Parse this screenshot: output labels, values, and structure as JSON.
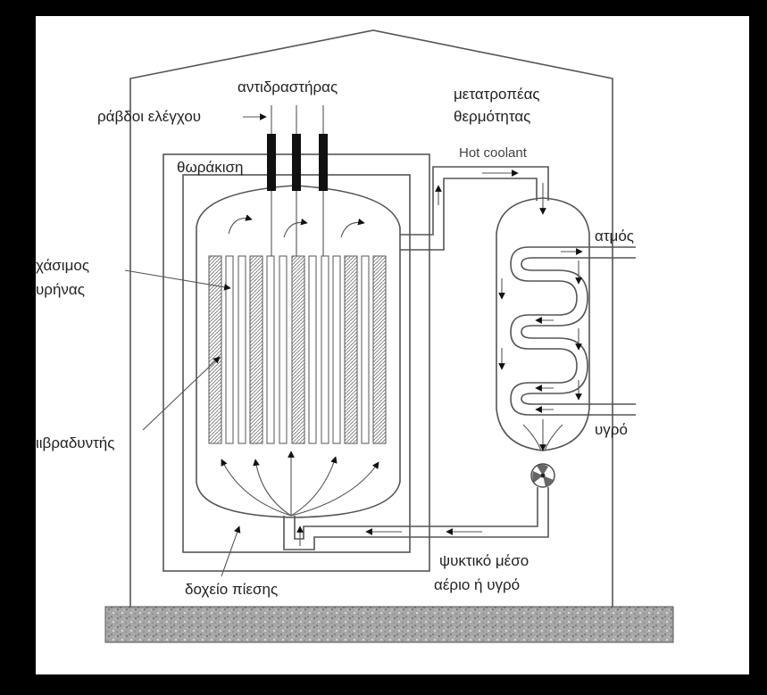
{
  "labels": {
    "reactor": "αντιδραστήρας",
    "control_rods": "ράβδοι ελέγχου",
    "heat_exchanger_line1": "μετατροπέας",
    "heat_exchanger_line2": "θερμότητας",
    "hot_coolant": "Hot coolant",
    "shielding": "θωράκιση",
    "core_line1": "χάσιμος",
    "core_line2": "υρήνας",
    "moderator": "ιιβραδυντής",
    "steam": "ατμός",
    "liquid": "υγρό",
    "pressure_vessel": "δοχείο πίεσης",
    "coolant_line1": "ψυκτικό μέσο",
    "coolant_line2": "αέριο ή υγρό"
  },
  "colors": {
    "background": "#000000",
    "paper": "#ffffff",
    "lines": "#555555",
    "control_rods": "#111111",
    "ground": "#a9a9a9"
  }
}
